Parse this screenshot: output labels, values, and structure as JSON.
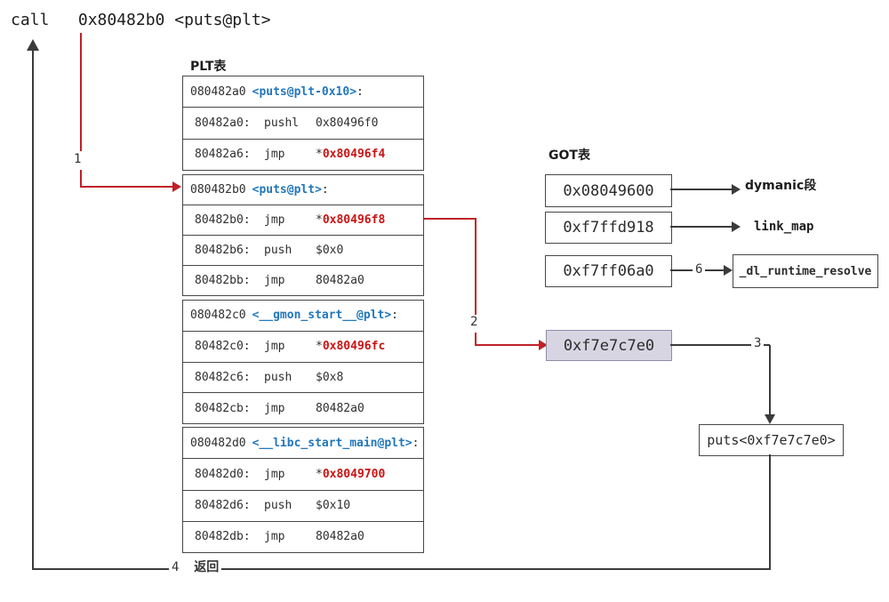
{
  "call_line": "call   0x80482b0 <puts@plt>",
  "plt": {
    "title": "PLT表",
    "groups": [
      {
        "header": {
          "addr": "080482a0",
          "sym": "<puts@plt-0x10>",
          "suffix": ":"
        },
        "rows": [
          {
            "addr": "80482a0:",
            "op": "pushl",
            "star": "",
            "val": "0x80496f0"
          },
          {
            "addr": "80482a6:",
            "op": "jmp",
            "star": "*",
            "val": "0x80496f4"
          }
        ]
      },
      {
        "header": {
          "addr": "080482b0",
          "sym": "<puts@plt>",
          "suffix": ":"
        },
        "rows": [
          {
            "addr": "80482b0:",
            "op": "jmp",
            "star": "*",
            "val": "0x80496f8"
          },
          {
            "addr": "80482b6:",
            "op": "push",
            "star": "",
            "val": "$0x0"
          },
          {
            "addr": "80482bb:",
            "op": "jmp",
            "star": "",
            "val": "80482a0"
          }
        ]
      },
      {
        "header": {
          "addr": "080482c0",
          "sym": "<__gmon_start__@plt>",
          "suffix": ":"
        },
        "rows": [
          {
            "addr": "80482c0:",
            "op": "jmp",
            "star": "*",
            "val": "0x80496fc"
          },
          {
            "addr": "80482c6:",
            "op": "push",
            "star": "",
            "val": "$0x8"
          },
          {
            "addr": "80482cb:",
            "op": "jmp",
            "star": "",
            "val": "80482a0"
          }
        ]
      },
      {
        "header": {
          "addr": "080482d0",
          "sym": "<__libc_start_main@plt>",
          "suffix": ":"
        },
        "rows": [
          {
            "addr": "80482d0:",
            "op": "jmp",
            "star": "*",
            "val": "0x8049700"
          },
          {
            "addr": "80482d6:",
            "op": "push",
            "star": "",
            "val": "$0x10"
          },
          {
            "addr": "80482db:",
            "op": "jmp",
            "star": "",
            "val": "80482a0"
          }
        ]
      }
    ]
  },
  "got": {
    "title": "GOT表",
    "entries": [
      {
        "value": "0x08049600",
        "target": "dymanic段"
      },
      {
        "value": "0xf7ffd918",
        "target": "link_map"
      },
      {
        "value": "0xf7ff06a0",
        "target": "_dl_runtime_resolve"
      }
    ]
  },
  "resolved_address": "0xf7e7c7e0",
  "puts_label": "puts<0xf7e7c7e0>",
  "flow": {
    "step1": "1",
    "step2": "2",
    "step3": "3",
    "step6": "6",
    "step4_num": "4",
    "step4_text": "返回"
  },
  "colors": {
    "line_black": "#3b3b3b",
    "line_red": "#bf2127",
    "symbol_blue": "#2277bd",
    "address_red": "#cc1212",
    "resolved_box_bg": "#d8d5e3"
  }
}
